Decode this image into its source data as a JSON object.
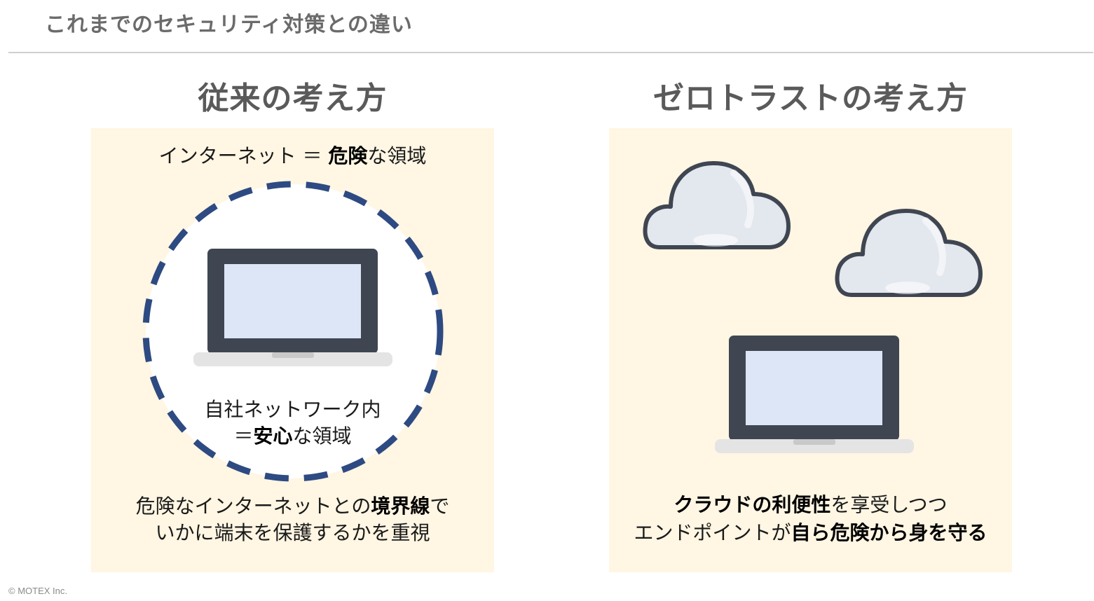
{
  "slide": {
    "title": "これまでのセキュリティ対策との違い",
    "copyright": "© MOTEX Inc."
  },
  "left": {
    "heading": "従来の考え方",
    "internet_prefix": "インターネット ＝ ",
    "internet_bold": "危険",
    "internet_suffix": "な領域",
    "network_line1": "自社ネットワーク内",
    "network_prefix": "＝",
    "network_bold": "安心",
    "network_suffix": "な領域",
    "desc1_prefix": "危険なインターネットとの",
    "desc1_bold": "境界線",
    "desc1_suffix": "で",
    "desc2": "いかに端末を保護するかを重視"
  },
  "right": {
    "heading": "ゼロトラストの考え方",
    "desc1_bold": "クラウドの利便性",
    "desc1_suffix": "を享受しつつ",
    "desc2_prefix": "エンドポイントが",
    "desc2_bold": "自ら危険から身を守る"
  },
  "colors": {
    "panel_bg": "#fff6e3",
    "dash_ring": "#2e4a82",
    "laptop_frame": "#3f4652",
    "laptop_screen": "#dde6f6",
    "laptop_base": "#e4e4e4",
    "cloud_fill": "#e3e7ee",
    "cloud_stroke": "#3f4652",
    "heading_text": "#5a5a5a"
  },
  "icons": {
    "left_laptop": "laptop-icon",
    "right_laptop": "laptop-icon",
    "cloud_1": "cloud-icon",
    "cloud_2": "cloud-icon",
    "boundary": "dashed-circle-boundary"
  }
}
